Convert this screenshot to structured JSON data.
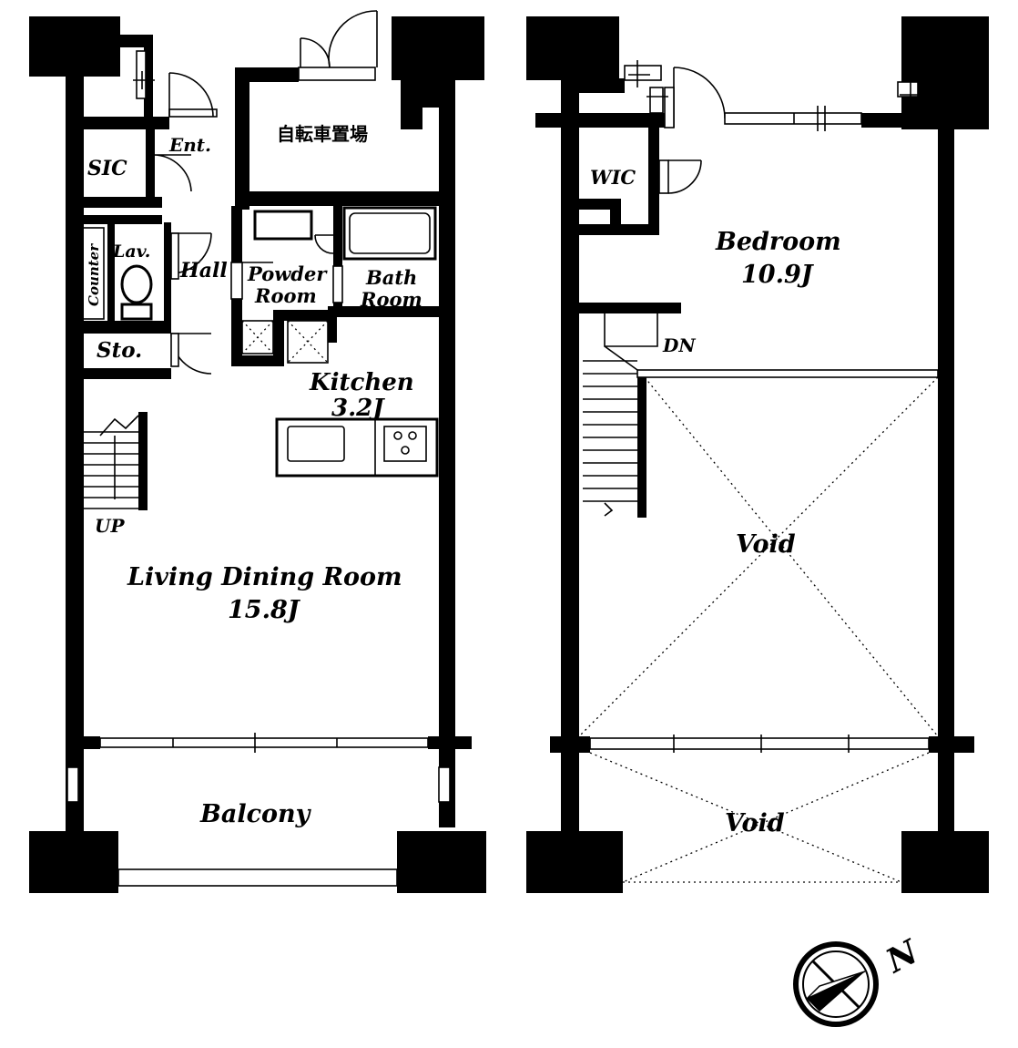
{
  "colors": {
    "ink": "#000000",
    "paper": "#ffffff"
  },
  "floor1": {
    "rooms": {
      "sic": "SIC",
      "entrance": "Ent.",
      "bicycle_parking": "自転車置場",
      "lavatory": "Lav.",
      "counter": "Counter",
      "hall": "Hall",
      "powder_room_line1": "Powder",
      "powder_room_line2": "Room",
      "bath_room_line1": "Bath",
      "bath_room_line2": "Room",
      "storage": "Sto.",
      "kitchen_name": "Kitchen",
      "kitchen_size": "3.2J",
      "stairs_up": "UP",
      "ldr_name": "Living Dining Room",
      "ldr_size": "15.8J",
      "balcony": "Balcony"
    }
  },
  "floor2": {
    "rooms": {
      "wic": "WIC",
      "bedroom_name": "Bedroom",
      "bedroom_size": "10.9J",
      "stairs_down": "DN",
      "void_main": "Void",
      "void_balcony": "Void"
    }
  },
  "compass": {
    "north_label": "N",
    "north_icon": "compass-icon"
  }
}
